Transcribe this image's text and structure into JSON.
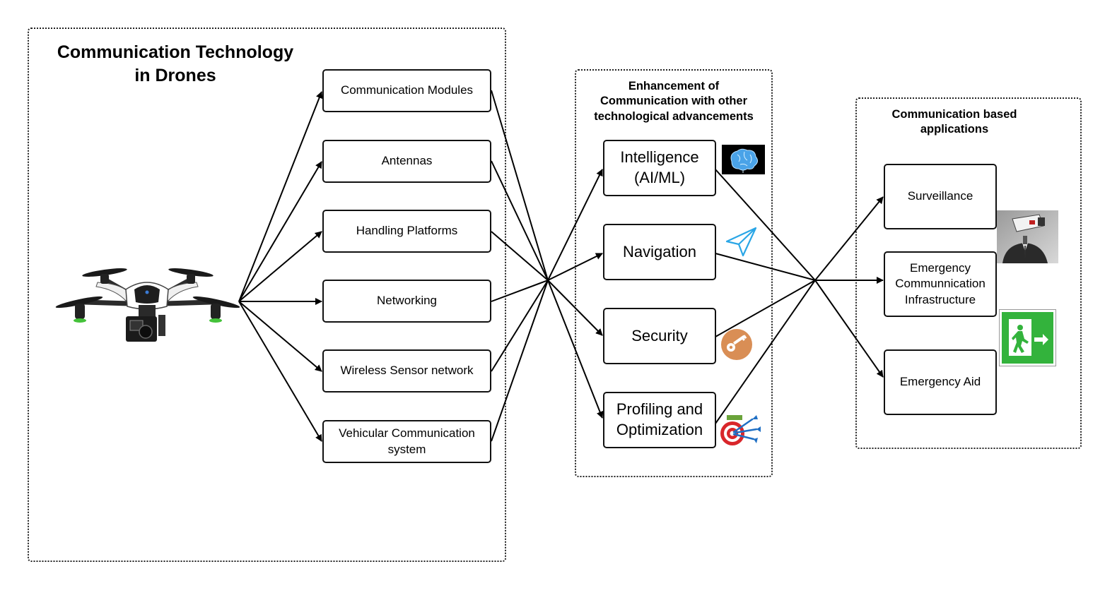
{
  "groups": {
    "drone_tech": {
      "title_line1": "Communication Technology",
      "title_line2": "in Drones"
    },
    "enhancement": {
      "title_line1": "Enhancement of",
      "title_line2": "Communication with other",
      "title_line3": "technological advancements"
    },
    "applications": {
      "title_line1": "Communication based",
      "title_line2": "applications"
    }
  },
  "components": [
    {
      "label": "Communication Modules"
    },
    {
      "label": "Antennas"
    },
    {
      "label": "Handling Platforms"
    },
    {
      "label": "Networking"
    },
    {
      "label": "Wireless Sensor network"
    },
    {
      "label_line1": "Vehicular Communication",
      "label_line2": "system"
    }
  ],
  "enhancements": [
    {
      "label_line1": "Intelligence",
      "label_line2": "(AI/ML)",
      "icon": "brain-icon"
    },
    {
      "label": "Navigation",
      "icon": "paper-plane-icon"
    },
    {
      "label": "Security",
      "icon": "key-icon"
    },
    {
      "label_line1": "Profiling and",
      "label_line2": "Optimization",
      "icon": "target-icon"
    }
  ],
  "applications": [
    {
      "label": "Surveillance",
      "icon": "cctv-person-icon"
    },
    {
      "label_line1": "Emergency",
      "label_line2": "Communnication",
      "label_line3": "Infrastructure",
      "icon": "emergency-exit-icon"
    },
    {
      "label": "Emergency Aid"
    }
  ],
  "colors": {
    "line": "#000000",
    "exit_green": "#33b33c",
    "key_orange": "#d98e55",
    "plane_blue": "#2aa6e6",
    "target_red": "#d9262b"
  }
}
